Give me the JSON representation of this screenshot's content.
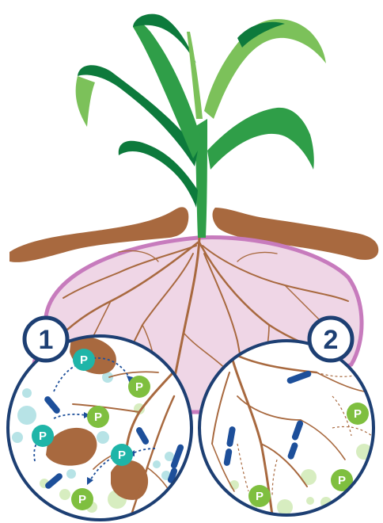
{
  "panels": [
    {
      "badge": "1"
    },
    {
      "badge": "2"
    }
  ],
  "p_label": "P",
  "colors": {
    "soil": "#a8693f",
    "root_zone_fill": "#efd6e6",
    "root_zone_stroke": "#c77bbd",
    "root": "#a8693f",
    "leaf_dark": "#0d7a3c",
    "leaf_mid": "#2f9e48",
    "leaf_light": "#7cc15a",
    "circle_stroke": "#1d3f73",
    "bacteria": "#1d4f9a",
    "p_teal": "#1fb5a8",
    "p_green": "#7fbf3f",
    "dot_teal": "#b7e3e6",
    "dot_green": "#d7edc0"
  },
  "icons": [
    "corn-plant-icon",
    "root-system-icon",
    "bacteria-icon",
    "phosphorus-icon"
  ]
}
